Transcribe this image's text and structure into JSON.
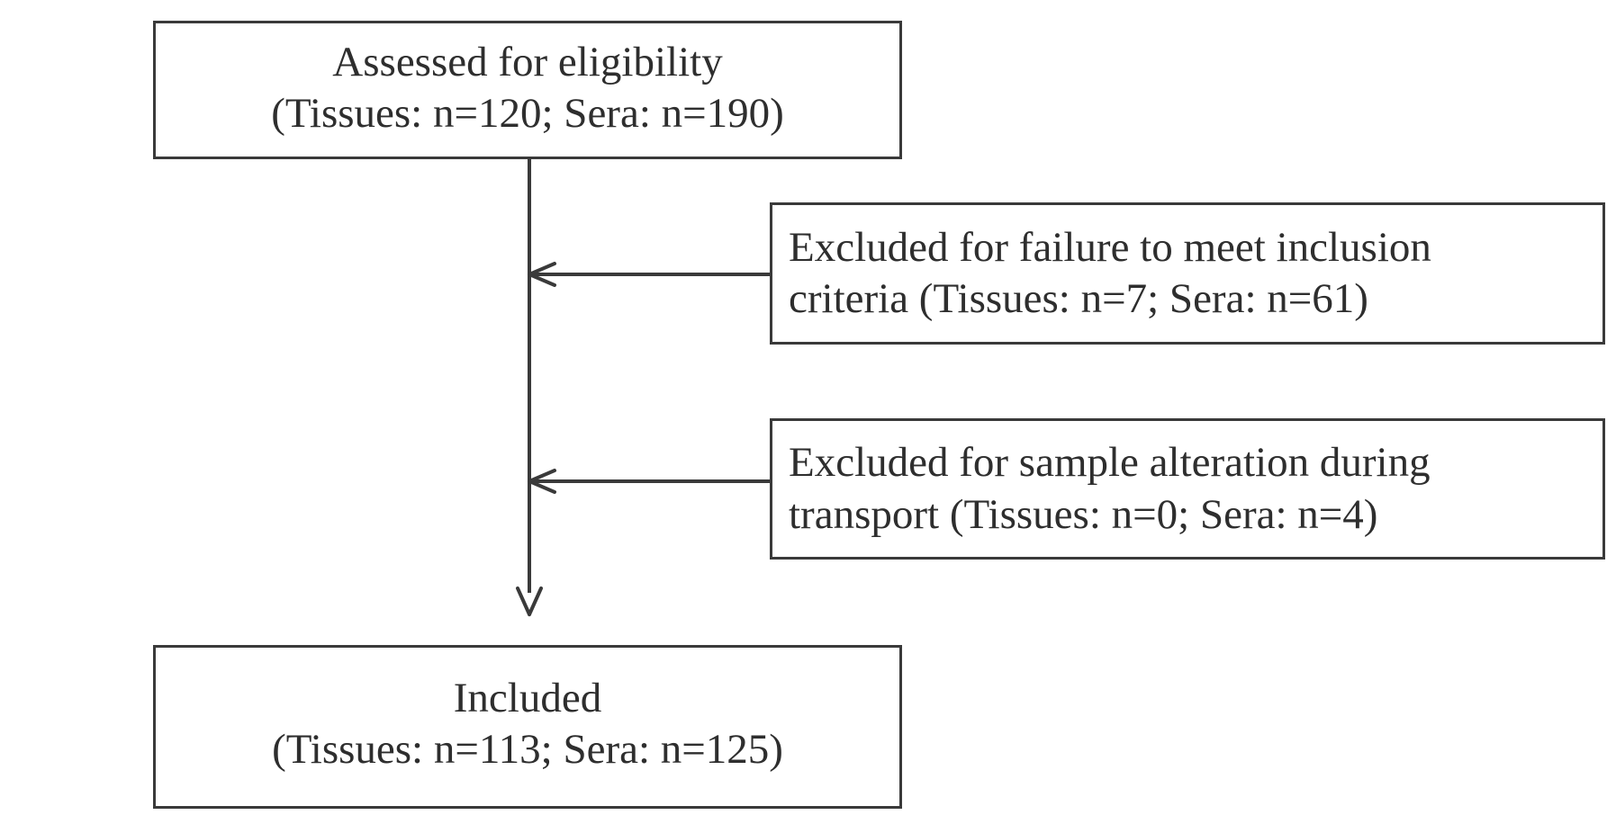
{
  "diagram": {
    "type": "flowchart",
    "title": "Participant / sample selection flow",
    "nodes": [
      {
        "id": "assessed",
        "role": "start-box",
        "lines": [
          "Assessed for eligibility",
          "(Tissues: n=120; Sera: n=190)"
        ],
        "counts": {
          "tissues": 120,
          "sera": 190
        }
      },
      {
        "id": "excluded-inclusion-criteria",
        "role": "exclusion-box",
        "lines": [
          "Excluded for failure to meet inclusion",
          "criteria (Tissues: n=7; Sera: n=61)"
        ],
        "counts": {
          "tissues": 7,
          "sera": 61
        }
      },
      {
        "id": "excluded-sample-alteration",
        "role": "exclusion-box",
        "lines": [
          "Excluded for sample alteration during",
          "transport (Tissues: n=0; Sera: n=4)"
        ],
        "counts": {
          "tissues": 0,
          "sera": 4
        }
      },
      {
        "id": "included",
        "role": "end-box",
        "lines": [
          "Included",
          "(Tissues: n=113; Sera: n=125)"
        ],
        "counts": {
          "tissues": 113,
          "sera": 125
        }
      }
    ],
    "connectors": [
      {
        "id": "trunk",
        "from": "assessed",
        "to": "included",
        "style": "vertical-line"
      },
      {
        "id": "exclusion-arrow-1",
        "from": "excluded-inclusion-criteria",
        "to": "trunk",
        "style": "arrow-left"
      },
      {
        "id": "exclusion-arrow-2",
        "from": "excluded-sample-alteration",
        "to": "trunk",
        "style": "arrow-left"
      },
      {
        "id": "include-arrow",
        "from": "trunk",
        "to": "included",
        "style": "arrow-down"
      }
    ],
    "colors": {
      "stroke": "#3a3a3a",
      "text": "#2e2e2e",
      "background": "#ffffff"
    }
  }
}
